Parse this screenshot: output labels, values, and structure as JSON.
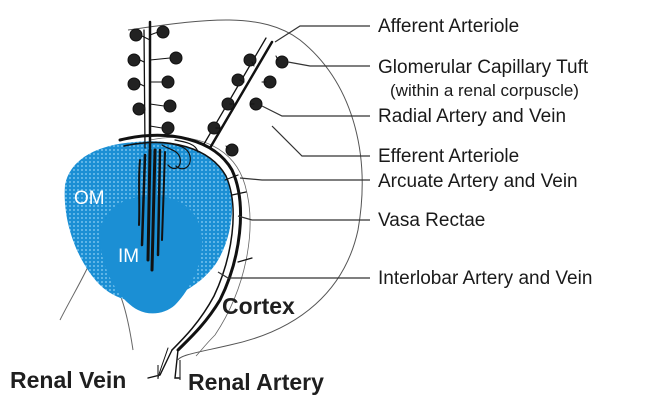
{
  "labels": {
    "afferent_arteriole": "Afferent Arteriole",
    "glomerular_tuft": "Glomerular Capillary Tuft",
    "glomerular_tuft_note": "(within a renal corpuscle)",
    "radial_artery_vein": "Radial Artery and Vein",
    "efferent_arteriole": "Efferent Arteriole",
    "arcuate_artery_vein": "Arcuate Artery and Vein",
    "vasa_rectae": "Vasa Rectae",
    "interlobar_artery_vein": "Interlobar Artery and Vein",
    "cortex": "Cortex",
    "renal_vein": "Renal Vein",
    "renal_artery": "Renal Artery",
    "outer_medulla": "OM",
    "inner_medulla": "IM"
  },
  "colors": {
    "medulla_fill": "#1b8fd4",
    "outer_medulla_dots": "#7cc3ee",
    "vessel": "#111111",
    "text": "#1a1a1a"
  }
}
